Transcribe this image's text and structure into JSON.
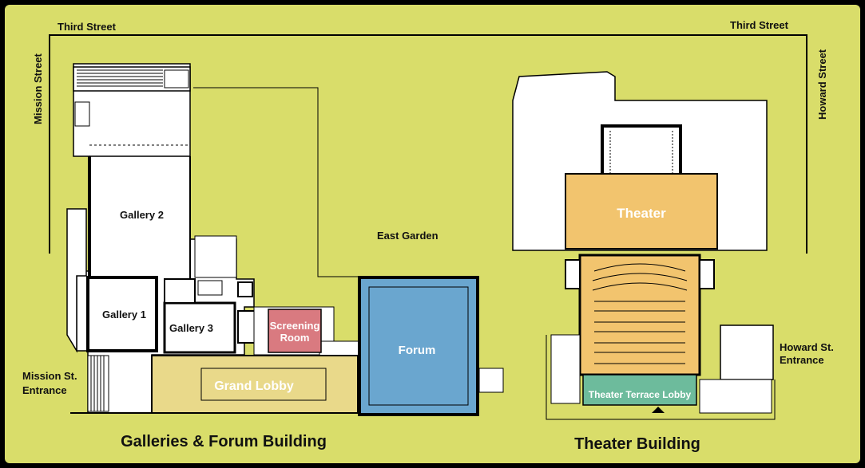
{
  "streets": {
    "third_left": "Third Street",
    "third_right": "Third Street",
    "mission": "Mission Street",
    "howard": "Howard Street"
  },
  "entrances": {
    "mission_line1": "Mission St.",
    "mission_line2": "Entrance",
    "howard_line1": "Howard St.",
    "howard_line2": "Entrance"
  },
  "areas": {
    "east_garden": "East Garden"
  },
  "rooms": {
    "gallery1": "Gallery 1",
    "gallery2": "Gallery 2",
    "gallery3": "Gallery 3",
    "screening_line1": "Screening",
    "screening_line2": "Room",
    "grand_lobby": "Grand Lobby",
    "forum": "Forum",
    "theater": "Theater",
    "terrace_lobby": "Theater Terrace Lobby"
  },
  "buildings": {
    "left": "Galleries & Forum Building",
    "right": "Theater Building"
  },
  "colors": {
    "background": "#d9dd6a",
    "frame": "#000000",
    "building": "#ffffff",
    "grand_lobby": "#e9d98a",
    "screening_room": "#d97a80",
    "forum": "#6aa6cf",
    "theater": "#f2c46e",
    "terrace_lobby": "#6dbb9c"
  }
}
